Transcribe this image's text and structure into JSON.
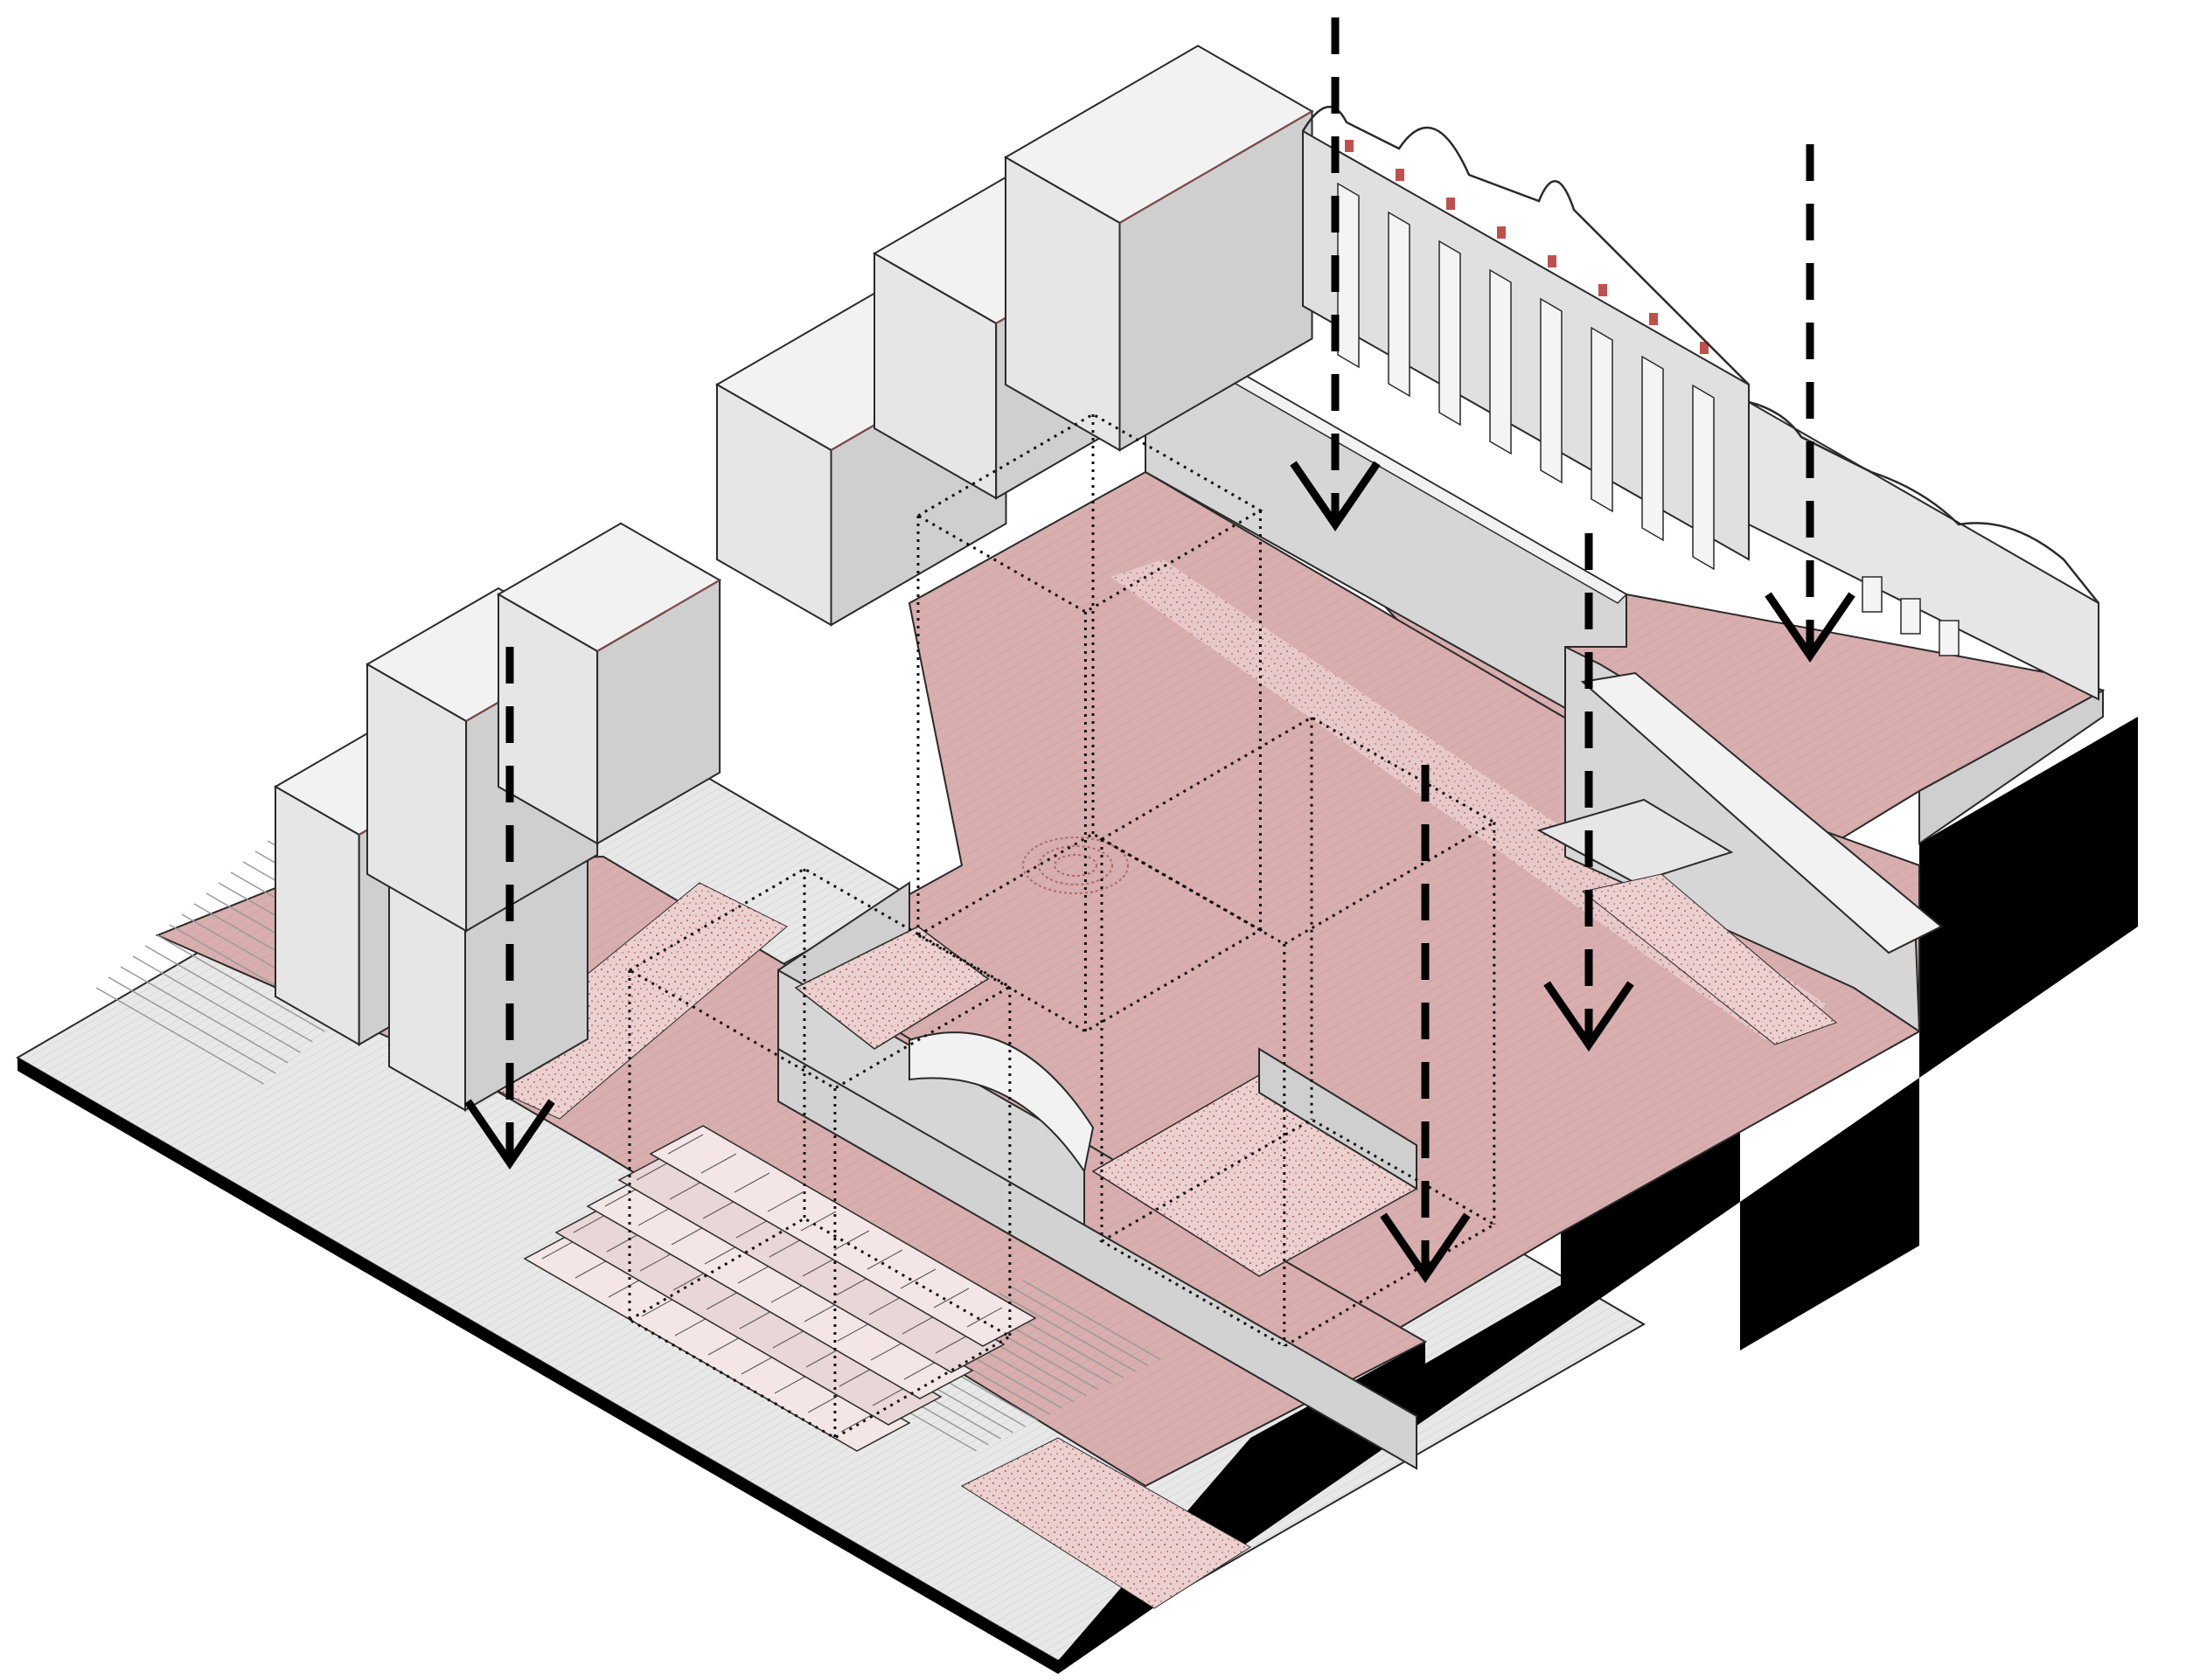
{
  "diagram": {
    "kind": "axonometric-site-section",
    "text_labels": [],
    "colors": {
      "background": "#ffffff",
      "paving": "#d8aeae",
      "paving_light": "#e4c3c3",
      "speckle_fill": "#ecd0d0",
      "speckle_dot": "#b06a6a",
      "building_top": "#f2f2f2",
      "building_left": "#e6e6e6",
      "building_right": "#cfcfcf",
      "wall": "#d6d6d6",
      "wall_dark": "#bdbdbd",
      "section_cut": "#000000",
      "arrow": "#000000",
      "outline": "#2a2a2a",
      "ornament_accent": "#c0504d"
    },
    "arrows": [
      {
        "name": "arrow-facade-left",
        "kind": "dashed-down-arrow"
      },
      {
        "name": "arrow-facade-right",
        "kind": "dashed-down-arrow"
      },
      {
        "name": "arrow-mid-right",
        "kind": "dashed-down-arrow"
      },
      {
        "name": "arrow-lower-right",
        "kind": "dashed-down-arrow"
      },
      {
        "name": "arrow-lower-left",
        "kind": "dashed-down-arrow"
      }
    ],
    "volumes": [
      {
        "name": "dotted-volume-left",
        "style": "dotted-wireframe"
      },
      {
        "name": "dotted-volume-center",
        "style": "dotted-wireframe"
      },
      {
        "name": "dotted-volume-right",
        "style": "dotted-wireframe"
      }
    ]
  }
}
